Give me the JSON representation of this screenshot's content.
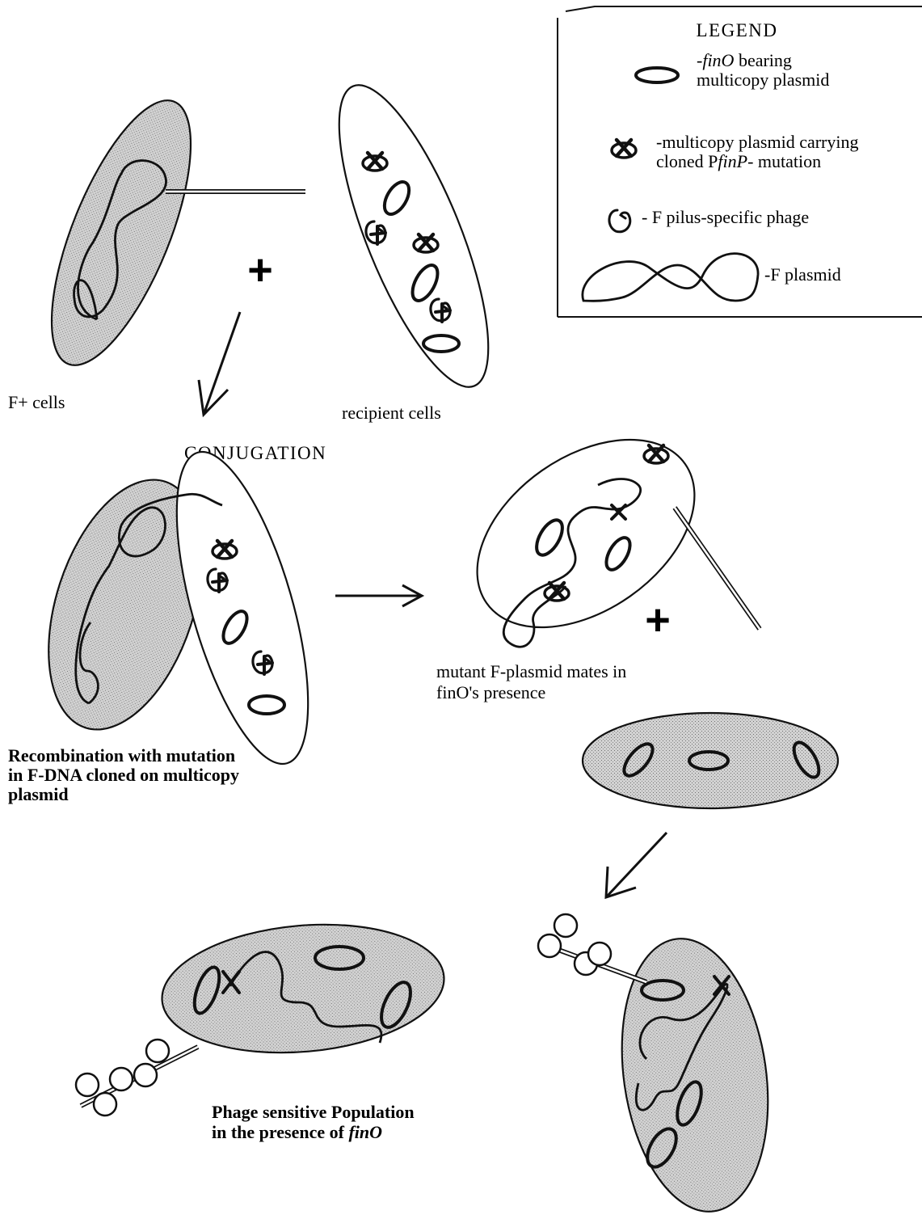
{
  "legend": {
    "title": "LEGEND",
    "items": [
      {
        "icon": "finO-plasmid-icon",
        "line1_prefix": "-",
        "line1_italic": "finO",
        "line1_rest": " bearing",
        "line2": "multicopy plasmid"
      },
      {
        "icon": "mutant-plasmid-icon",
        "line1": "-multicopy plasmid carrying",
        "line2_prefix": "cloned P",
        "line2_italic": "finP",
        "line2_rest": "- mutation"
      },
      {
        "icon": "phage-icon",
        "line1": "- F pilus-specific phage"
      },
      {
        "icon": "F-plasmid-icon",
        "line1": "-F plasmid"
      }
    ]
  },
  "labels": {
    "f_plus_cells": "F+ cells",
    "recipient_cells": "recipient cells",
    "conjugation": "CONJUGATION",
    "recombination_line1": "Recombination with mutation",
    "recombination_line2": "in F-DNA cloned on multicopy",
    "recombination_line3": "plasmid",
    "mutant_line1": "mutant F-plasmid mates in",
    "mutant_line2": "finO's presence",
    "phage_line1": "Phage sensitive Population",
    "phage_line2_prefix": "in the presence of ",
    "phage_line2_italic": "finO"
  },
  "symbols": {
    "plus": "+"
  }
}
